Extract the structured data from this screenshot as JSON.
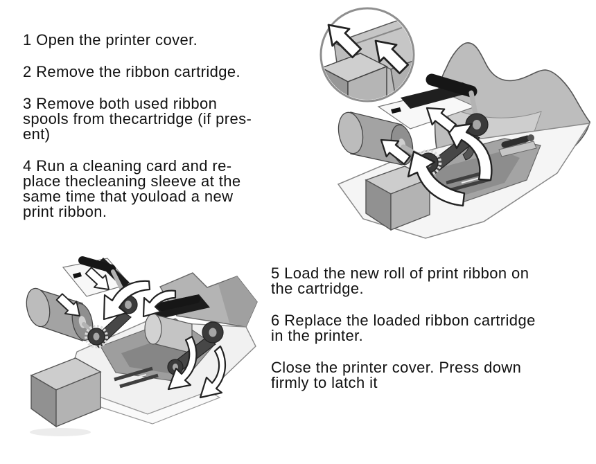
{
  "document": {
    "background": "#ffffff",
    "text_color": "#111111"
  },
  "steps_top": [
    {
      "text": "1 Open the printer cover."
    },
    {
      "text": "2 Remove the ribbon cartridge."
    },
    {
      "text": "3 Remove both used ribbon\nspools from thecartridge (if pres-\nent)"
    },
    {
      "text": "4 Run a cleaning card and re-\nplace thecleaning sleeve at the\nsame time that youload a new\nprint ribbon."
    }
  ],
  "steps_bottom": [
    {
      "text": "5 Load the new roll of print ribbon on\nthe cartridge."
    },
    {
      "text": "6 Replace the loaded ribbon cartridge\nin the printer."
    },
    {
      "text": "Close the printer cover. Press down\nfirmly to latch it"
    }
  ],
  "figures": {
    "remove_cartridge": {
      "name": "printer-open-cover-remove-cartridge-illustration",
      "inset_name": "cover-latch-zoom-inset"
    },
    "load_cartridge": {
      "name": "load-cartridge-into-printer-illustration"
    },
    "colors": {
      "line_art_outline": "#555555",
      "light_gray": "#c9c9c9",
      "mid_gray": "#a4a4a4",
      "dark_gray": "#3a3a3a",
      "ribbon_black": "#1a1a1a",
      "arrow_fill": "#ffffff",
      "arrow_outline": "#222222"
    }
  }
}
